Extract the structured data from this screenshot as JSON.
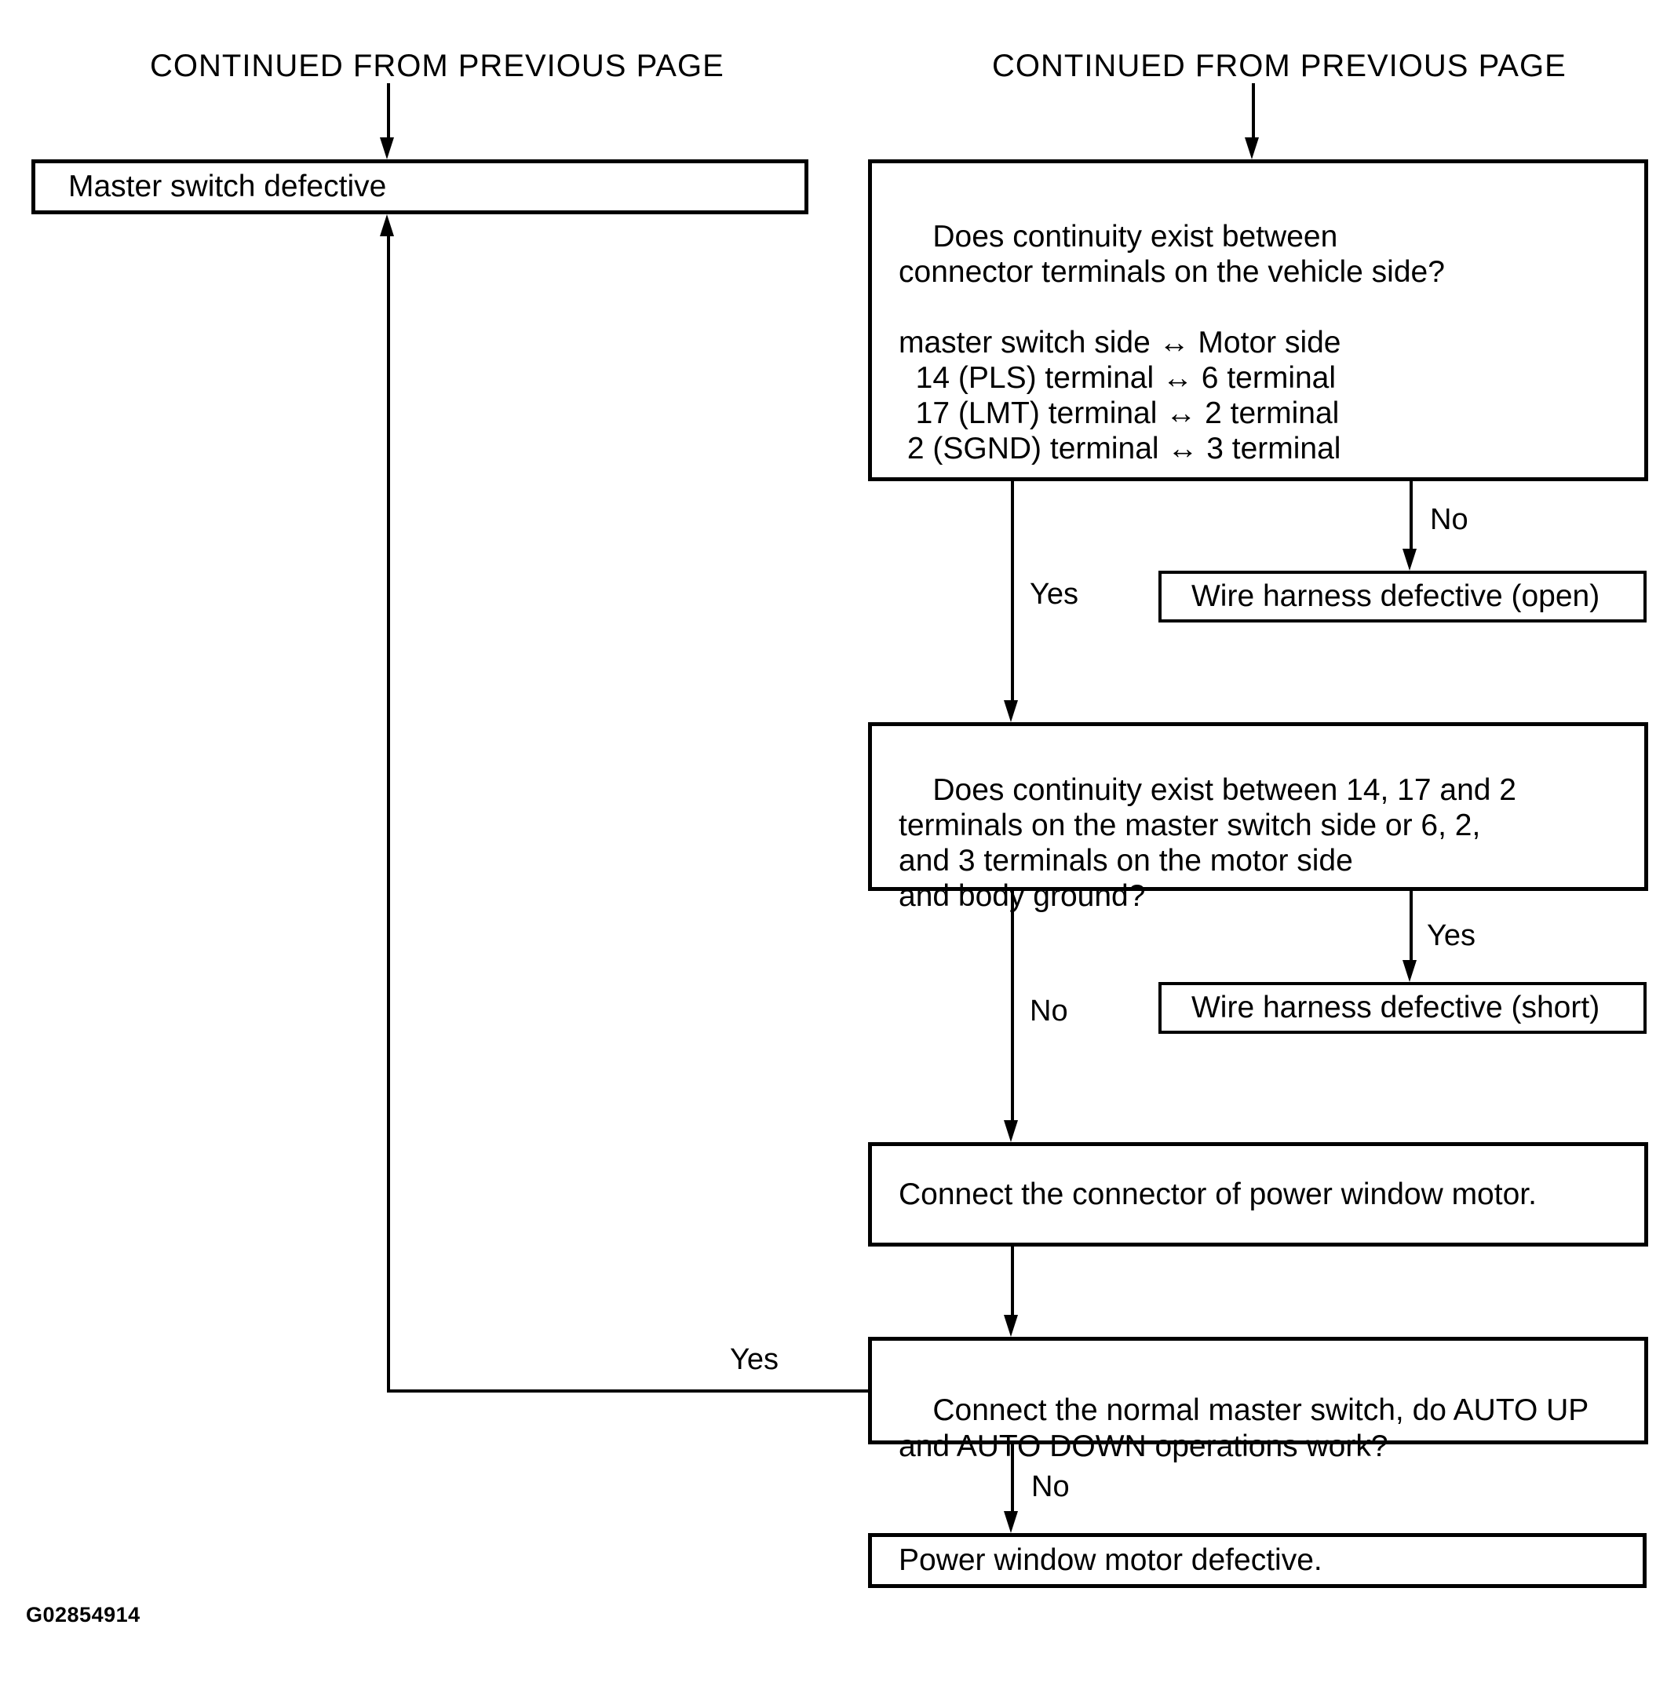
{
  "figure_code": "G02854914",
  "headers": {
    "left": "CONTINUED FROM PREVIOUS PAGE",
    "right": "CONTINUED FROM PREVIOUS PAGE"
  },
  "boxes": {
    "master_switch_defective": "Master switch defective",
    "continuity_vehicle": "Does continuity exist between\nconnector terminals on the vehicle side?\n\nmaster switch side ↔ Motor side\n  14 (PLS) terminal ↔ 6 terminal\n  17 (LMT) terminal ↔ 2 terminal\n 2 (SGND) terminal ↔ 3 terminal",
    "wire_harness_open": "Wire harness defective (open)",
    "continuity_ground": "Does continuity exist between 14, 17 and 2\nterminals on the master switch side or 6, 2,\nand 3 terminals on the motor side\nand body ground?",
    "wire_harness_short": "Wire harness defective (short)",
    "connect_connector": "Connect the connector of power window motor.",
    "connect_normal_master": "Connect the normal master switch, do AUTO UP\nand AUTO DOWN operations work?",
    "motor_defective": "Power window motor defective."
  },
  "branch_labels": {
    "continuity_vehicle_yes": "Yes",
    "continuity_vehicle_no": "No",
    "continuity_ground_no": "No",
    "continuity_ground_yes": "Yes",
    "normal_master_yes": "Yes",
    "normal_master_no": "No"
  }
}
